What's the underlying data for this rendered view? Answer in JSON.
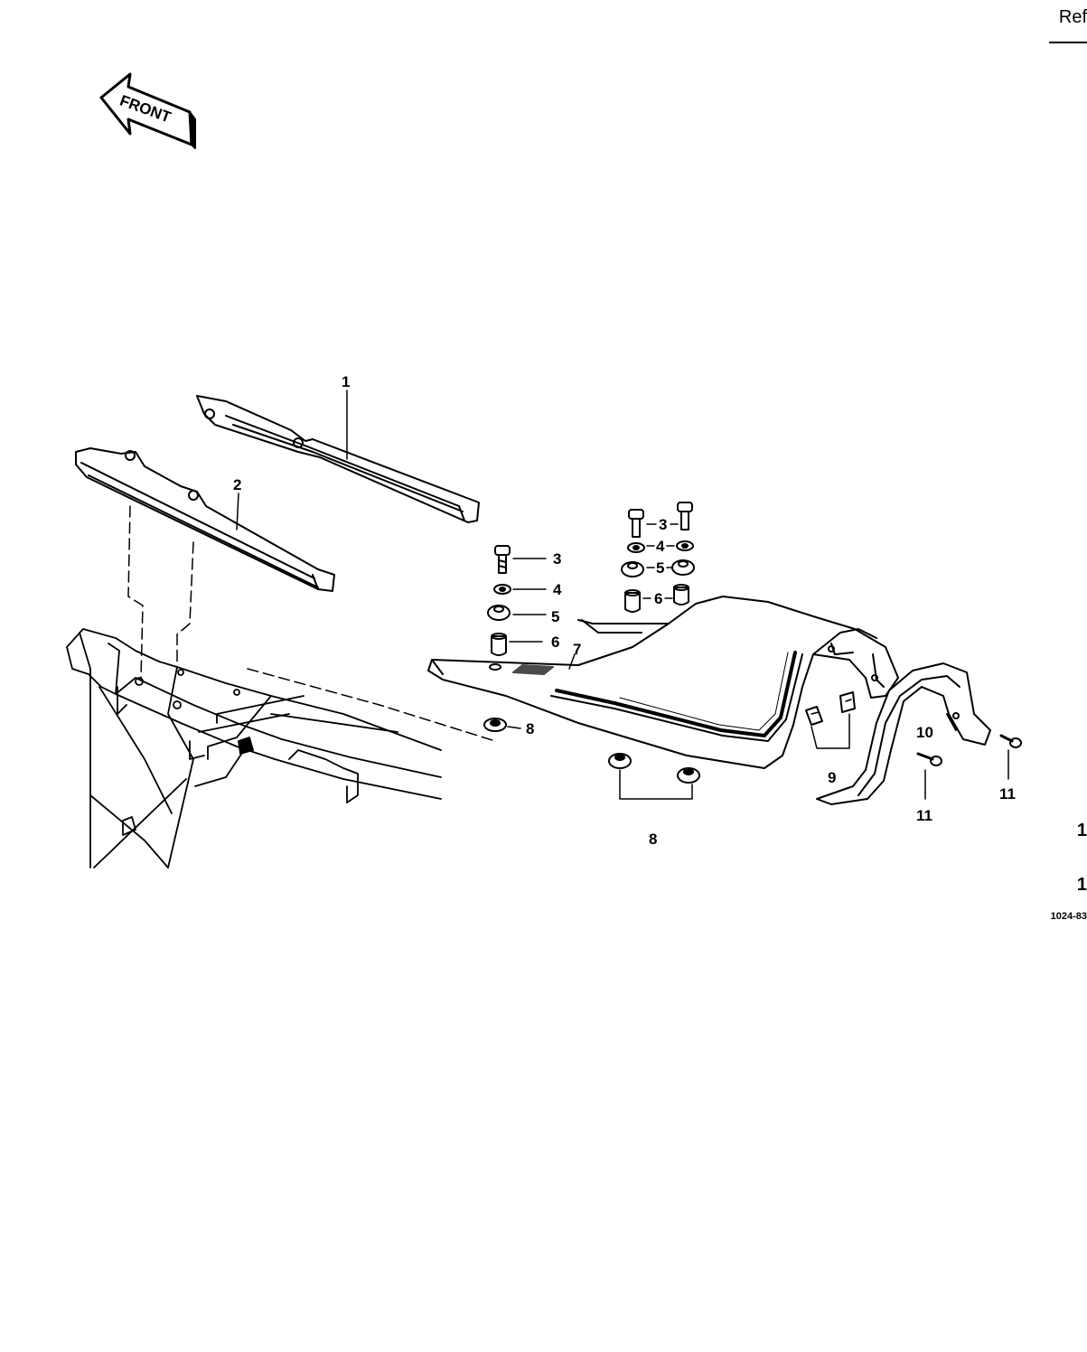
{
  "header": {
    "ref_text": "Ref"
  },
  "footer": {
    "code": "1024-83",
    "edge_marks": [
      "1",
      "1"
    ]
  },
  "front_arrow": {
    "text": "FRONT"
  },
  "callouts": [
    "1",
    "2",
    "3",
    "4",
    "5",
    "6",
    "7",
    "3",
    "4",
    "5",
    "6",
    "8",
    "8",
    "9",
    "10",
    "11",
    "11"
  ],
  "colors": {
    "ink": "#000000",
    "paper": "#ffffff",
    "panel": "#f5f5f5",
    "trim": "#333333"
  }
}
